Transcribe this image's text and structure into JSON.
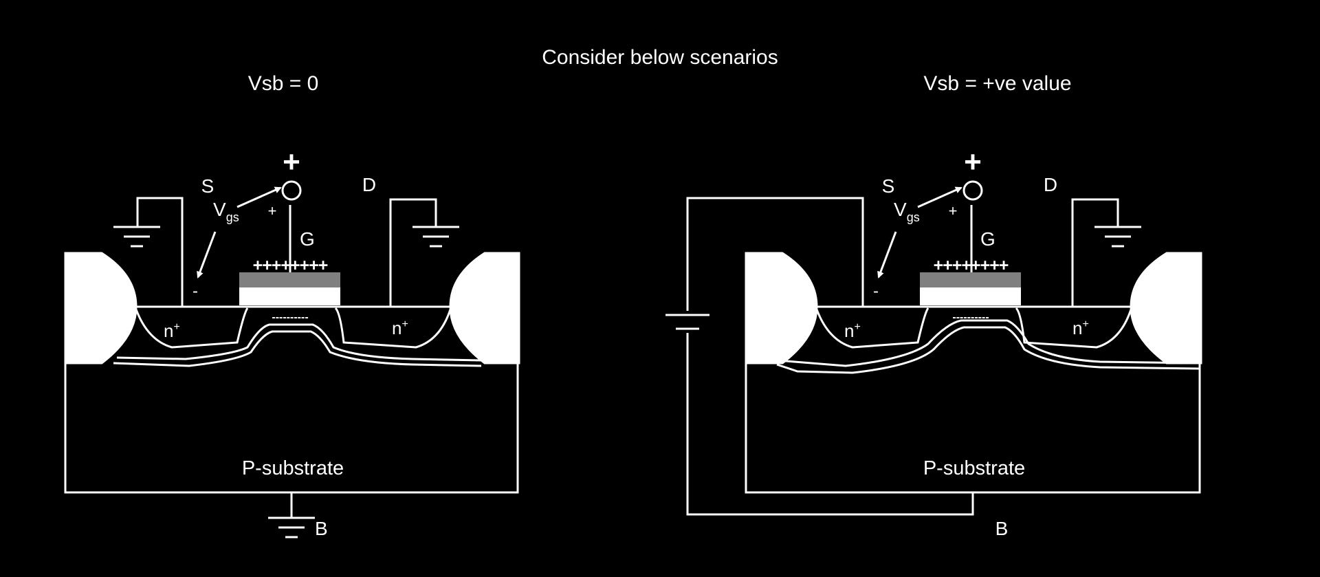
{
  "title": "Consider below scenarios",
  "colors": {
    "background": "#000000",
    "line": "#ffffff",
    "gate_metal": "#808080",
    "oxide": "#ffffff"
  },
  "left": {
    "heading": "Vsb = 0",
    "source": "S",
    "drain": "D",
    "gate": "G",
    "vgs_main": "V",
    "vgs_sub": "gs",
    "plus_sign": "+",
    "small_plus": "+",
    "minus_sign": "-",
    "gate_charges": "++++++++",
    "channel_charges": "----------",
    "n_plus_source": "n",
    "n_plus_drain": "n",
    "n_sup": "+",
    "substrate": "P-substrate",
    "body": "B"
  },
  "right": {
    "heading": "Vsb = +ve value",
    "source": "S",
    "drain": "D",
    "gate": "G",
    "vgs_main": "V",
    "vgs_sub": "gs",
    "plus_sign": "+",
    "small_plus": "+",
    "minus_sign": "-",
    "gate_charges": "++++++++",
    "channel_charges": "----------",
    "n_plus_source": "n",
    "n_plus_drain": "n",
    "n_sup": "+",
    "substrate": "P-substrate",
    "body": "B"
  }
}
